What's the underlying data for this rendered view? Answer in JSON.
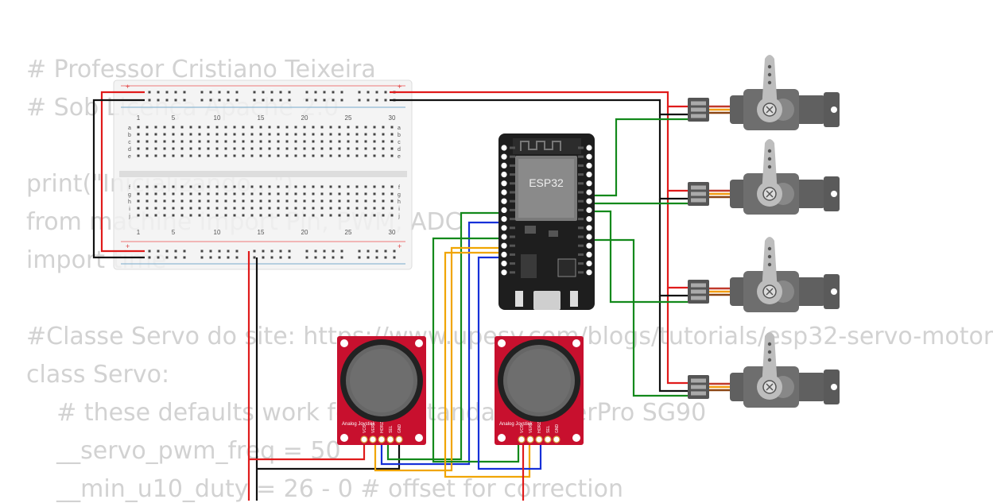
{
  "code_lines": [
    "# Professor Cristiano Teixeira",
    "# Sob Licença Apache 2.0",
    "",
    "print(\"Inicializando...\")",
    "from machine import Pin, PWM, ADC",
    "import time",
    "",
    "#Classe Servo do site: https://www.upesy.com/blogs/tutorials/esp32-servo-motor",
    "class Servo:",
    "    # these defaults work for the standard TowerPro SG90",
    "    __servo_pwm_freq = 50",
    "    __min_u10_duty = 26 - 0 # offset for correction"
  ],
  "breadboard": {
    "column_numbers": [
      "1",
      "5",
      "10",
      "15",
      "20",
      "25",
      "30"
    ],
    "top_rows": [
      "a",
      "b",
      "c",
      "d",
      "e"
    ],
    "bottom_rows": [
      "f",
      "g",
      "h",
      "i",
      "j"
    ],
    "plus": "+",
    "minus": "-"
  },
  "esp32": {
    "label": "ESP32"
  },
  "joysticks": [
    {
      "title": "Analog Joystick",
      "pins": [
        "VCC",
        "VERT",
        "HORZ",
        "SEL",
        "GND"
      ]
    },
    {
      "title": "Analog Joystick",
      "pins": [
        "VCC",
        "VERT",
        "HORZ",
        "SEL",
        "GND"
      ]
    }
  ],
  "servo_count": 4,
  "colors": {
    "red_wire": "#e01b1b",
    "black_wire": "#111111",
    "green_wire": "#13891b",
    "blue_wire": "#1630d8",
    "orange_wire": "#f0a500",
    "pcb_red": "#c8102e",
    "esp_board": "#1e1e1e",
    "servo_body": "#606060"
  }
}
